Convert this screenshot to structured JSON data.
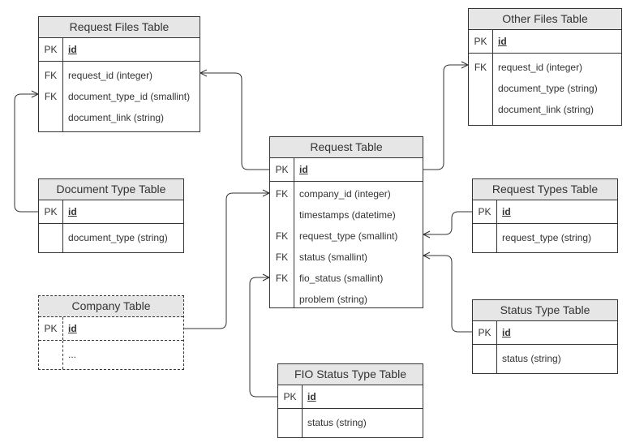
{
  "tables": {
    "request_files": {
      "title": "Request Files Table",
      "pk": {
        "key": "PK",
        "field": "id"
      },
      "rows": [
        {
          "key": "FK",
          "field": "request_id (integer)"
        },
        {
          "key": "FK",
          "field": "document_type_id (smallint)"
        },
        {
          "key": "",
          "field": "document_link (string)"
        }
      ]
    },
    "other_files": {
      "title": "Other Files Table",
      "pk": {
        "key": "PK",
        "field": "id"
      },
      "rows": [
        {
          "key": "FK",
          "field": "request_id (integer)"
        },
        {
          "key": "",
          "field": "document_type (string)"
        },
        {
          "key": "",
          "field": "document_link (string)"
        }
      ]
    },
    "request": {
      "title": "Request Table",
      "pk": {
        "key": "PK",
        "field": "id"
      },
      "rows": [
        {
          "key": "FK",
          "field": "company_id (integer)"
        },
        {
          "key": "",
          "field": "timestamps (datetime)"
        },
        {
          "key": "FK",
          "field": "request_type (smallint)"
        },
        {
          "key": "FK",
          "field": "status (smallint)"
        },
        {
          "key": "FK",
          "field": "fio_status (smallint)"
        },
        {
          "key": "",
          "field": "problem (string)"
        }
      ]
    },
    "document_type": {
      "title": "Document Type Table",
      "pk": {
        "key": "PK",
        "field": "id"
      },
      "rows": [
        {
          "key": "",
          "field": "document_type (string)"
        }
      ]
    },
    "request_types": {
      "title": "Request Types Table",
      "pk": {
        "key": "PK",
        "field": "id"
      },
      "rows": [
        {
          "key": "",
          "field": "request_type (string)"
        }
      ]
    },
    "company": {
      "title": "Company Table",
      "pk": {
        "key": "PK",
        "field": "id"
      },
      "rows": [
        {
          "key": "",
          "field": "..."
        }
      ]
    },
    "status_type": {
      "title": "Status Type Table",
      "pk": {
        "key": "PK",
        "field": "id"
      },
      "rows": [
        {
          "key": "",
          "field": "status (string)"
        }
      ]
    },
    "fio_status_type": {
      "title": "FIO Status Type Table",
      "pk": {
        "key": "PK",
        "field": "id"
      },
      "rows": [
        {
          "key": "",
          "field": "status (string)"
        }
      ]
    }
  },
  "colors": {
    "line": "#333333",
    "header_fill": "#e6e6e6",
    "background": "#ffffff"
  }
}
